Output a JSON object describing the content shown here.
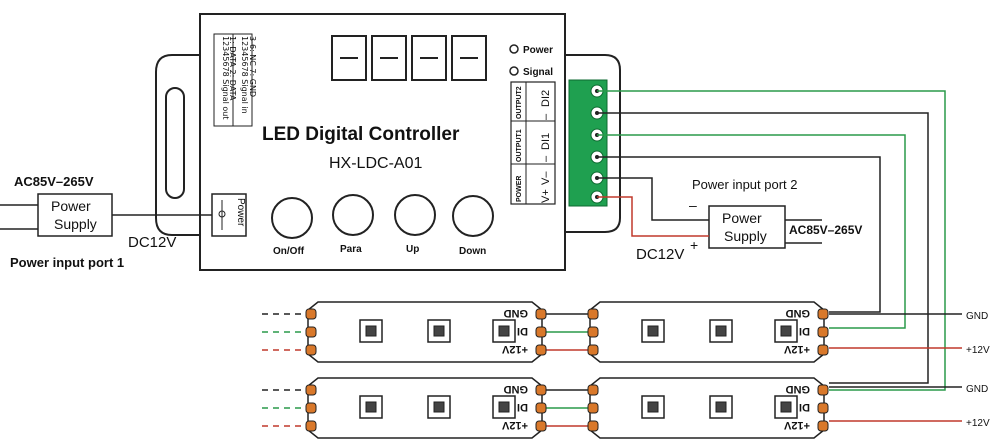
{
  "controller": {
    "title": "LED Digital Controller",
    "model": "HX-LDC-A01",
    "indicators": [
      "Power",
      "Signal"
    ],
    "buttons": [
      "On/Off",
      "Para",
      "Up",
      "Down"
    ],
    "pin_signal_out": "12345678 Signal out",
    "pin_signal_in": "12345678 Signal in",
    "pin_map_1": "1: DATA   2: DATA",
    "pin_map_2": "3-6: NC   7: GND",
    "power_jack_label": "Power",
    "output_groups": [
      "OUTPUT2",
      "OUTPUT1",
      "POWER"
    ],
    "terminal_labels": [
      "DI2",
      "–",
      "DI1",
      "–",
      "V–",
      "V+"
    ]
  },
  "power_left": {
    "ac_label": "AC85V–265V",
    "box_label": [
      "Power",
      "Supply"
    ],
    "dc_label": "DC12V",
    "port_label": "Power input port 1"
  },
  "power_right": {
    "port_label": "Power input port 2",
    "box_label": [
      "Power",
      "Supply"
    ],
    "ac_label": "AC85V–265V",
    "dc_label": "DC12V",
    "minus": "–",
    "plus": "+"
  },
  "strip": {
    "pad_labels": [
      "GND",
      "DI",
      "+12V"
    ]
  },
  "right_labels": [
    "GND",
    "+12V",
    "GND",
    "+12V"
  ],
  "colors": {
    "green_wire": "#2a9a4a",
    "red_wire": "#c0392b",
    "terminal_green": "#1fa050",
    "pad_orange": "#d9782a",
    "line": "#222222"
  }
}
